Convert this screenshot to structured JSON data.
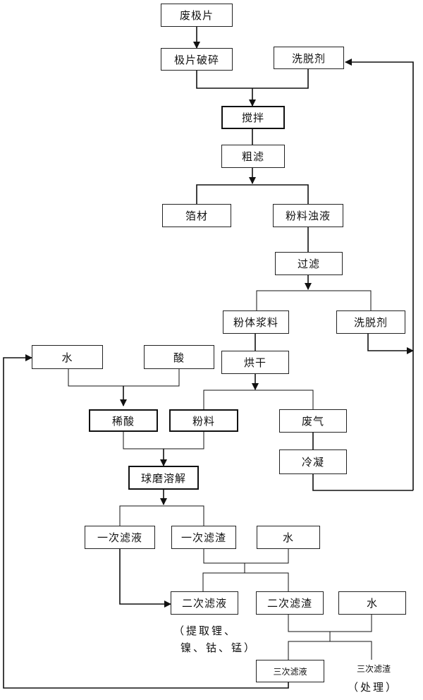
{
  "boxes": {
    "waste_pole_piece": "废极片",
    "crush": "极片破碎",
    "detergent_1": "洗脱剂",
    "stir": "搅拌",
    "coarse_filter": "粗滤",
    "foil": "箔材",
    "powder_slurry": "粉料浊液",
    "filter": "过滤",
    "powder_paste": "粉体浆料",
    "detergent_2": "洗脱剂",
    "water_1": "水",
    "acid": "酸",
    "dry": "烘干",
    "dilute_acid": "稀酸",
    "powder": "粉料",
    "waste_gas": "废气",
    "condense": "冷凝",
    "ball_mill": "球磨溶解",
    "filtrate_1": "一次滤液",
    "residue_1": "一次滤渣",
    "water_2": "水",
    "filtrate_2": "二次滤液",
    "residue_2": "二次滤渣",
    "water_3": "水",
    "filtrate_3": "三次滤液",
    "residue_3": "三次滤渣"
  },
  "notes": {
    "extract_line1": "（提取锂、",
    "extract_line2": "镍、钴、锰）",
    "process": "（处理）"
  }
}
